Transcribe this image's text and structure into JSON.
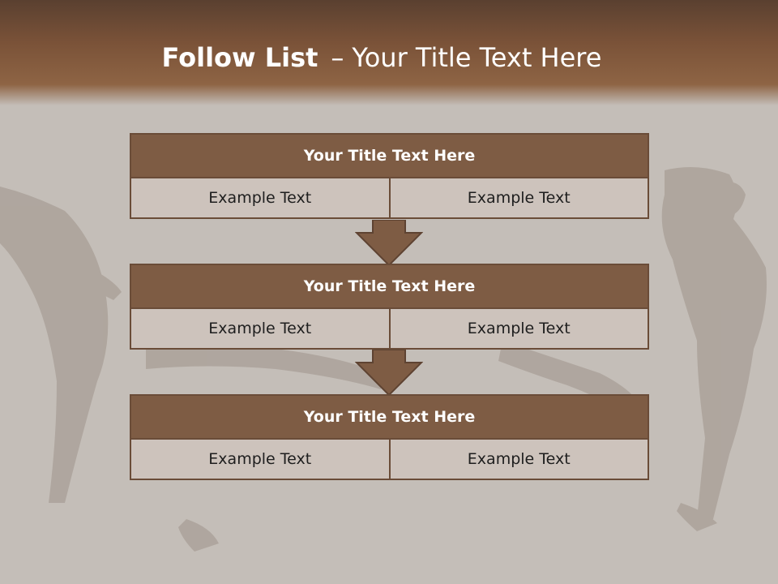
{
  "slide": {
    "title_bold": "Follow List",
    "title_separator": "–",
    "title_rest": "Your Title Text Here"
  },
  "blocks": [
    {
      "title": "Your Title Text Here",
      "left": "Example Text",
      "right": "Example Text"
    },
    {
      "title": "Your Title Text Here",
      "left": "Example Text",
      "right": "Example Text"
    },
    {
      "title": "Your Title Text Here",
      "left": "Example Text",
      "right": "Example Text"
    }
  ],
  "colors": {
    "header": "#7a5238",
    "block_title": "#7e5c44",
    "block_cell": "#cdc3bc",
    "arrow": "#7e5c44",
    "background": "#c4beb8"
  },
  "icons": {
    "arrow": "down-arrow-icon"
  }
}
